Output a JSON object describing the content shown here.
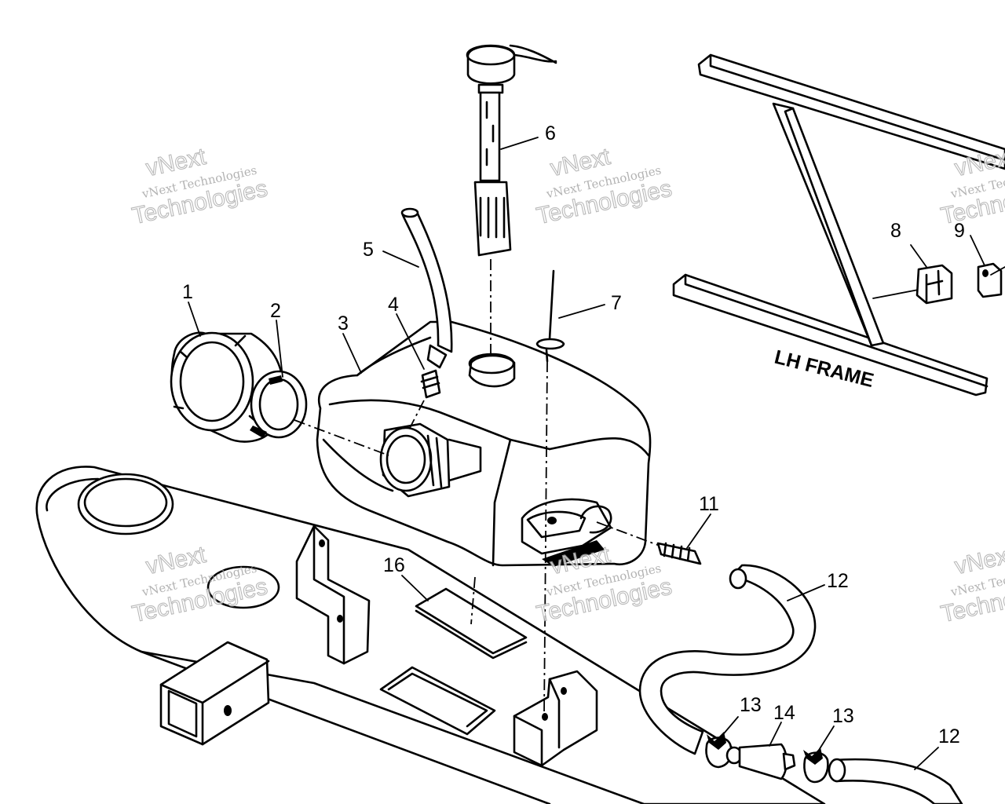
{
  "frame_label": "LH FRAME",
  "watermark": {
    "line1": "vNext Technologies",
    "line2": "Technologies",
    "logo": "vNext"
  },
  "callouts": [
    {
      "id": "1",
      "text": "1"
    },
    {
      "id": "2",
      "text": "2"
    },
    {
      "id": "3",
      "text": "3"
    },
    {
      "id": "4",
      "text": "4"
    },
    {
      "id": "5",
      "text": "5"
    },
    {
      "id": "6",
      "text": "6"
    },
    {
      "id": "7",
      "text": "7"
    },
    {
      "id": "8",
      "text": "8"
    },
    {
      "id": "9",
      "text": "9"
    },
    {
      "id": "11",
      "text": "11"
    },
    {
      "id": "12a",
      "text": "12"
    },
    {
      "id": "12b",
      "text": "12"
    },
    {
      "id": "13a",
      "text": "13"
    },
    {
      "id": "14",
      "text": "14"
    },
    {
      "id": "13b",
      "text": "13"
    },
    {
      "id": "16",
      "text": "16"
    }
  ],
  "colors": {
    "line": "#000000",
    "background": "#ffffff",
    "watermark": "#9a9a9a"
  }
}
